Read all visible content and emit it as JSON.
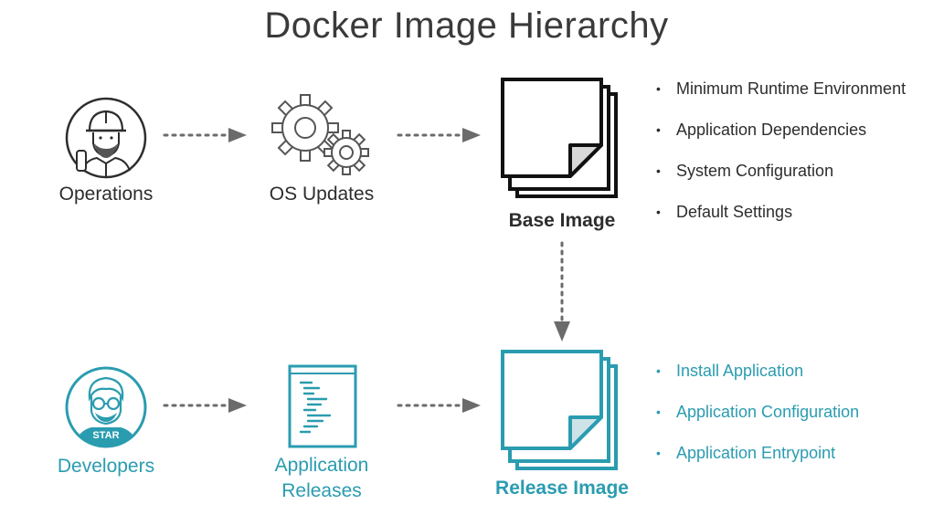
{
  "title": "Docker Image Hierarchy",
  "top_row": {
    "operations_label": "Operations",
    "os_updates_label": "OS Updates",
    "base_image_label": "Base Image",
    "base_bullets": [
      "Minimum Runtime Environment",
      "Application Dependencies",
      "System Configuration",
      "Default Settings"
    ]
  },
  "bottom_row": {
    "developers_label": "Developers",
    "badge_text": "STAR",
    "releases_label_line1": "Application",
    "releases_label_line2": "Releases",
    "release_image_label": "Release Image",
    "release_bullets": [
      "Install Application",
      "Application Configuration",
      "Application Entrypoint"
    ]
  },
  "colors": {
    "dark": "#2d2d2d",
    "teal": "#2a9cb0",
    "arrow": "#6b6b6b"
  },
  "icons": {
    "operations": "construction-worker-icon",
    "os_updates": "gears-icon",
    "base_image": "stacked-documents-icon",
    "developers": "developer-avatar-icon",
    "releases": "code-file-icon",
    "release_image": "stacked-documents-icon"
  }
}
